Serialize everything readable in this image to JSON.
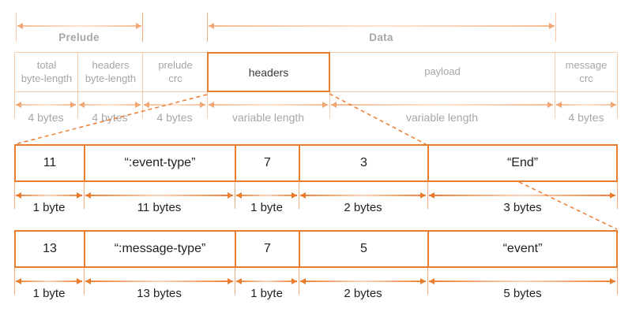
{
  "colors": {
    "accent_orange": "#E87D2E",
    "light_orange": "#F8CBAD",
    "label_gray": "#A6A6A6",
    "text_dark": "#1F1F1F"
  },
  "sections": {
    "prelude": "Prelude",
    "data": "Data"
  },
  "frame": {
    "fields": [
      {
        "label": "total\nbyte-length",
        "size": "4 bytes"
      },
      {
        "label": "headers\nbyte-length",
        "size": "4 bytes"
      },
      {
        "label": "prelude\ncrc",
        "size": "4 bytes"
      },
      {
        "label": "headers",
        "size": "variable length"
      },
      {
        "label": "payload",
        "size": "variable length"
      },
      {
        "label": "message\ncrc",
        "size": "4 bytes"
      }
    ]
  },
  "header_examples": [
    {
      "cells": [
        {
          "value": "11",
          "size": "1 byte"
        },
        {
          "value": "“:event-type”",
          "size": "11 bytes"
        },
        {
          "value": "7",
          "size": "1 byte"
        },
        {
          "value": "3",
          "size": "2 bytes"
        },
        {
          "value": "“End”",
          "size": "3 bytes"
        }
      ]
    },
    {
      "cells": [
        {
          "value": "13",
          "size": "1 byte"
        },
        {
          "value": "“:message-type”",
          "size": "13 bytes"
        },
        {
          "value": "7",
          "size": "1 byte"
        },
        {
          "value": "5",
          "size": "2 bytes"
        },
        {
          "value": "“event”",
          "size": "5 bytes"
        }
      ]
    }
  ]
}
